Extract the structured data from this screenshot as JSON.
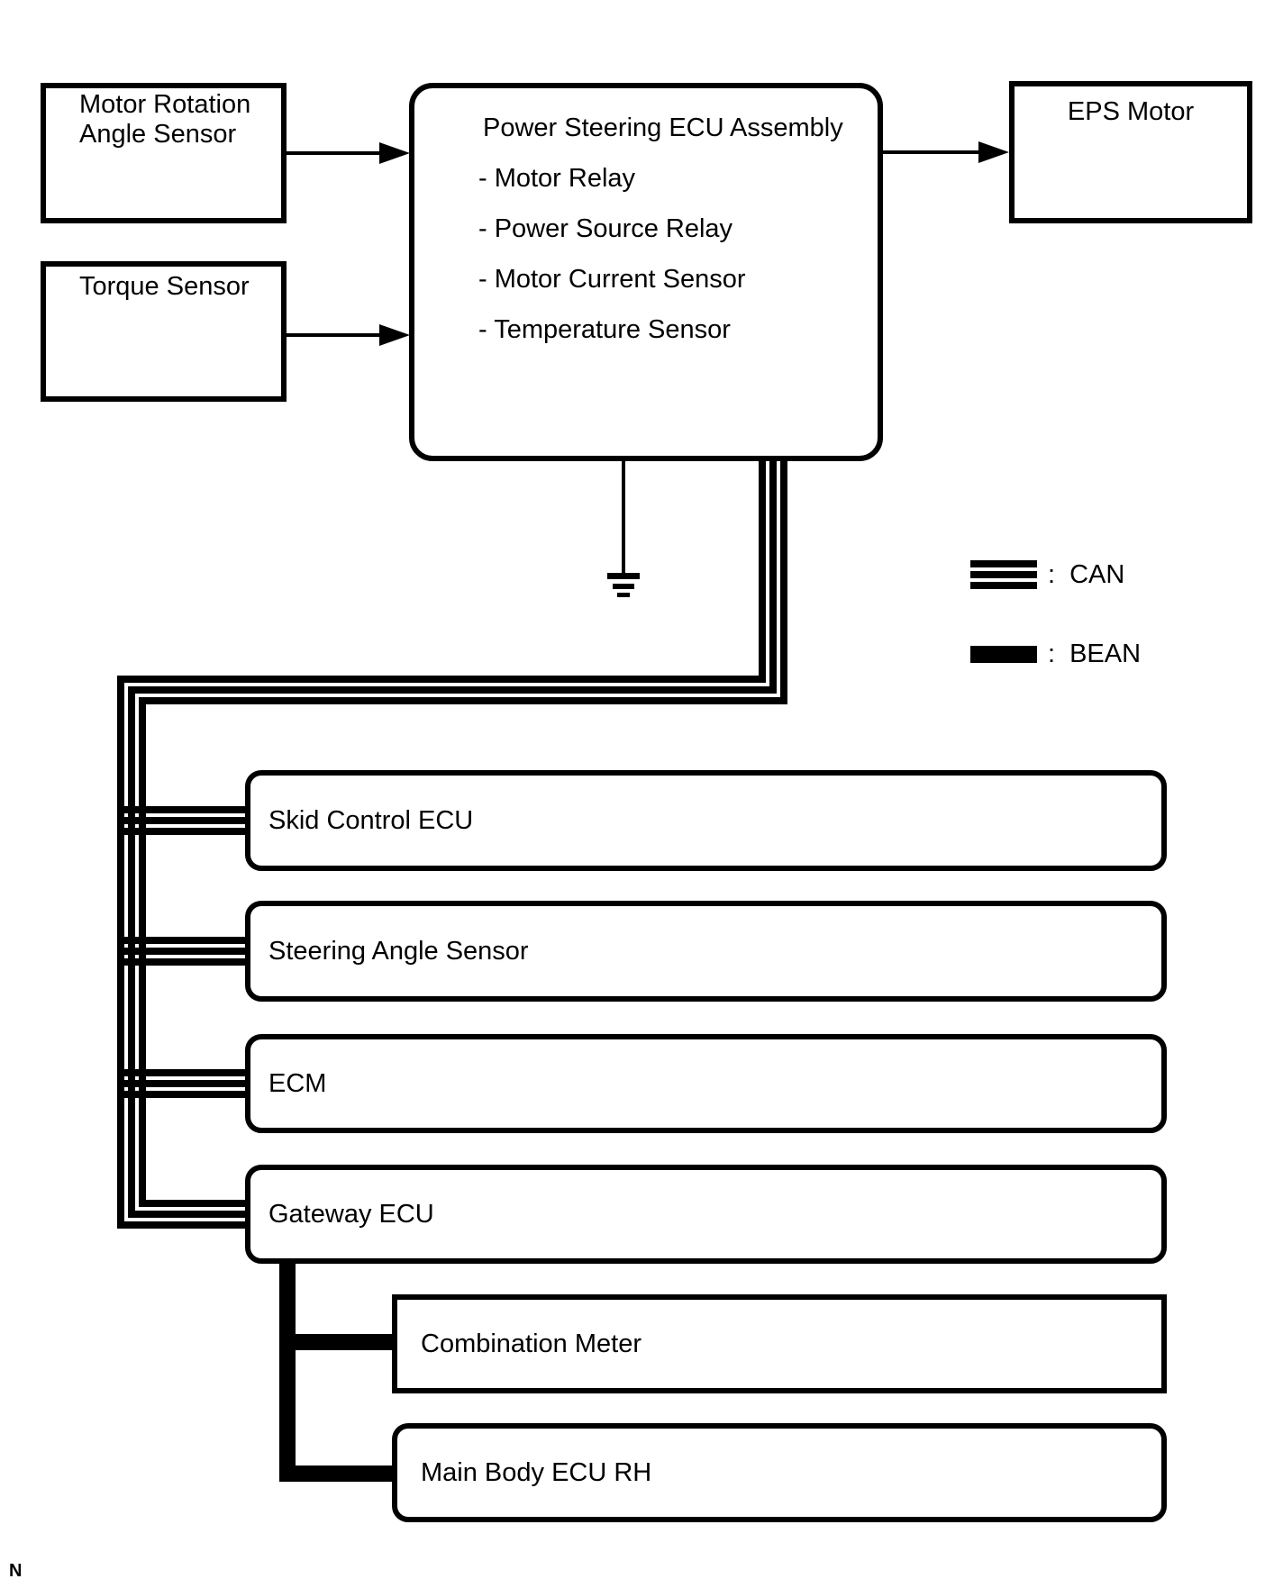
{
  "diagram": {
    "sensors": [
      {
        "label": "Motor Rotation Angle Sensor"
      },
      {
        "label": "Torque Sensor"
      }
    ],
    "ecu": {
      "title": "Power Steering ECU Assembly",
      "components": [
        "- Motor Relay",
        "- Power Source Relay",
        "- Motor Current Sensor",
        "- Temperature Sensor"
      ]
    },
    "actuator": {
      "label": "EPS Motor"
    },
    "can_nodes": [
      {
        "label": "Skid Control ECU"
      },
      {
        "label": "Steering Angle Sensor"
      },
      {
        "label": "ECM"
      },
      {
        "label": "Gateway ECU"
      }
    ],
    "bean_nodes": [
      {
        "label": "Combination Meter"
      },
      {
        "label": "Main Body ECU RH"
      }
    ],
    "legend": {
      "can": {
        "sep": ":",
        "label": "CAN"
      },
      "bean": {
        "sep": ":",
        "label": "BEAN"
      }
    },
    "footnote": "N",
    "colors": {
      "line": "#000000",
      "background": "#ffffff"
    }
  }
}
